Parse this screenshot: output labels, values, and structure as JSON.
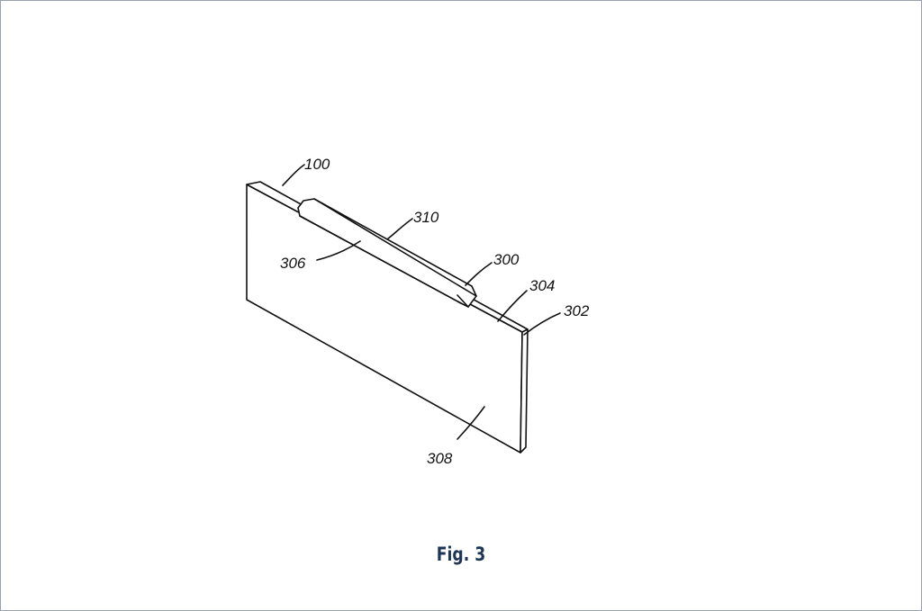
{
  "figure": {
    "caption": "Fig. 3",
    "caption_color": "#1d3557",
    "line_color": "#111111",
    "reference_labels": {
      "r100": "100",
      "r310": "310",
      "r306": "306",
      "r300": "300",
      "r304": "304",
      "r302": "302",
      "r308": "308"
    }
  }
}
